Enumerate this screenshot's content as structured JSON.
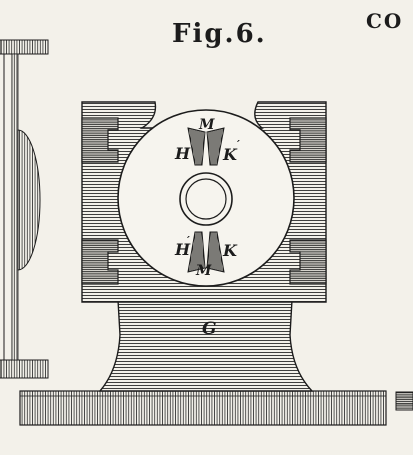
{
  "figure": {
    "title": "Fig.6.",
    "corner_text": "CO",
    "labels": {
      "m_top": "M",
      "h_top": "H",
      "k_top": "K",
      "h_bottom": "H",
      "k_bottom": "K",
      "m_bottom": "M",
      "base": "G"
    }
  },
  "colors": {
    "paper": "#f3f1ea",
    "ink": "#1c1c1c"
  }
}
